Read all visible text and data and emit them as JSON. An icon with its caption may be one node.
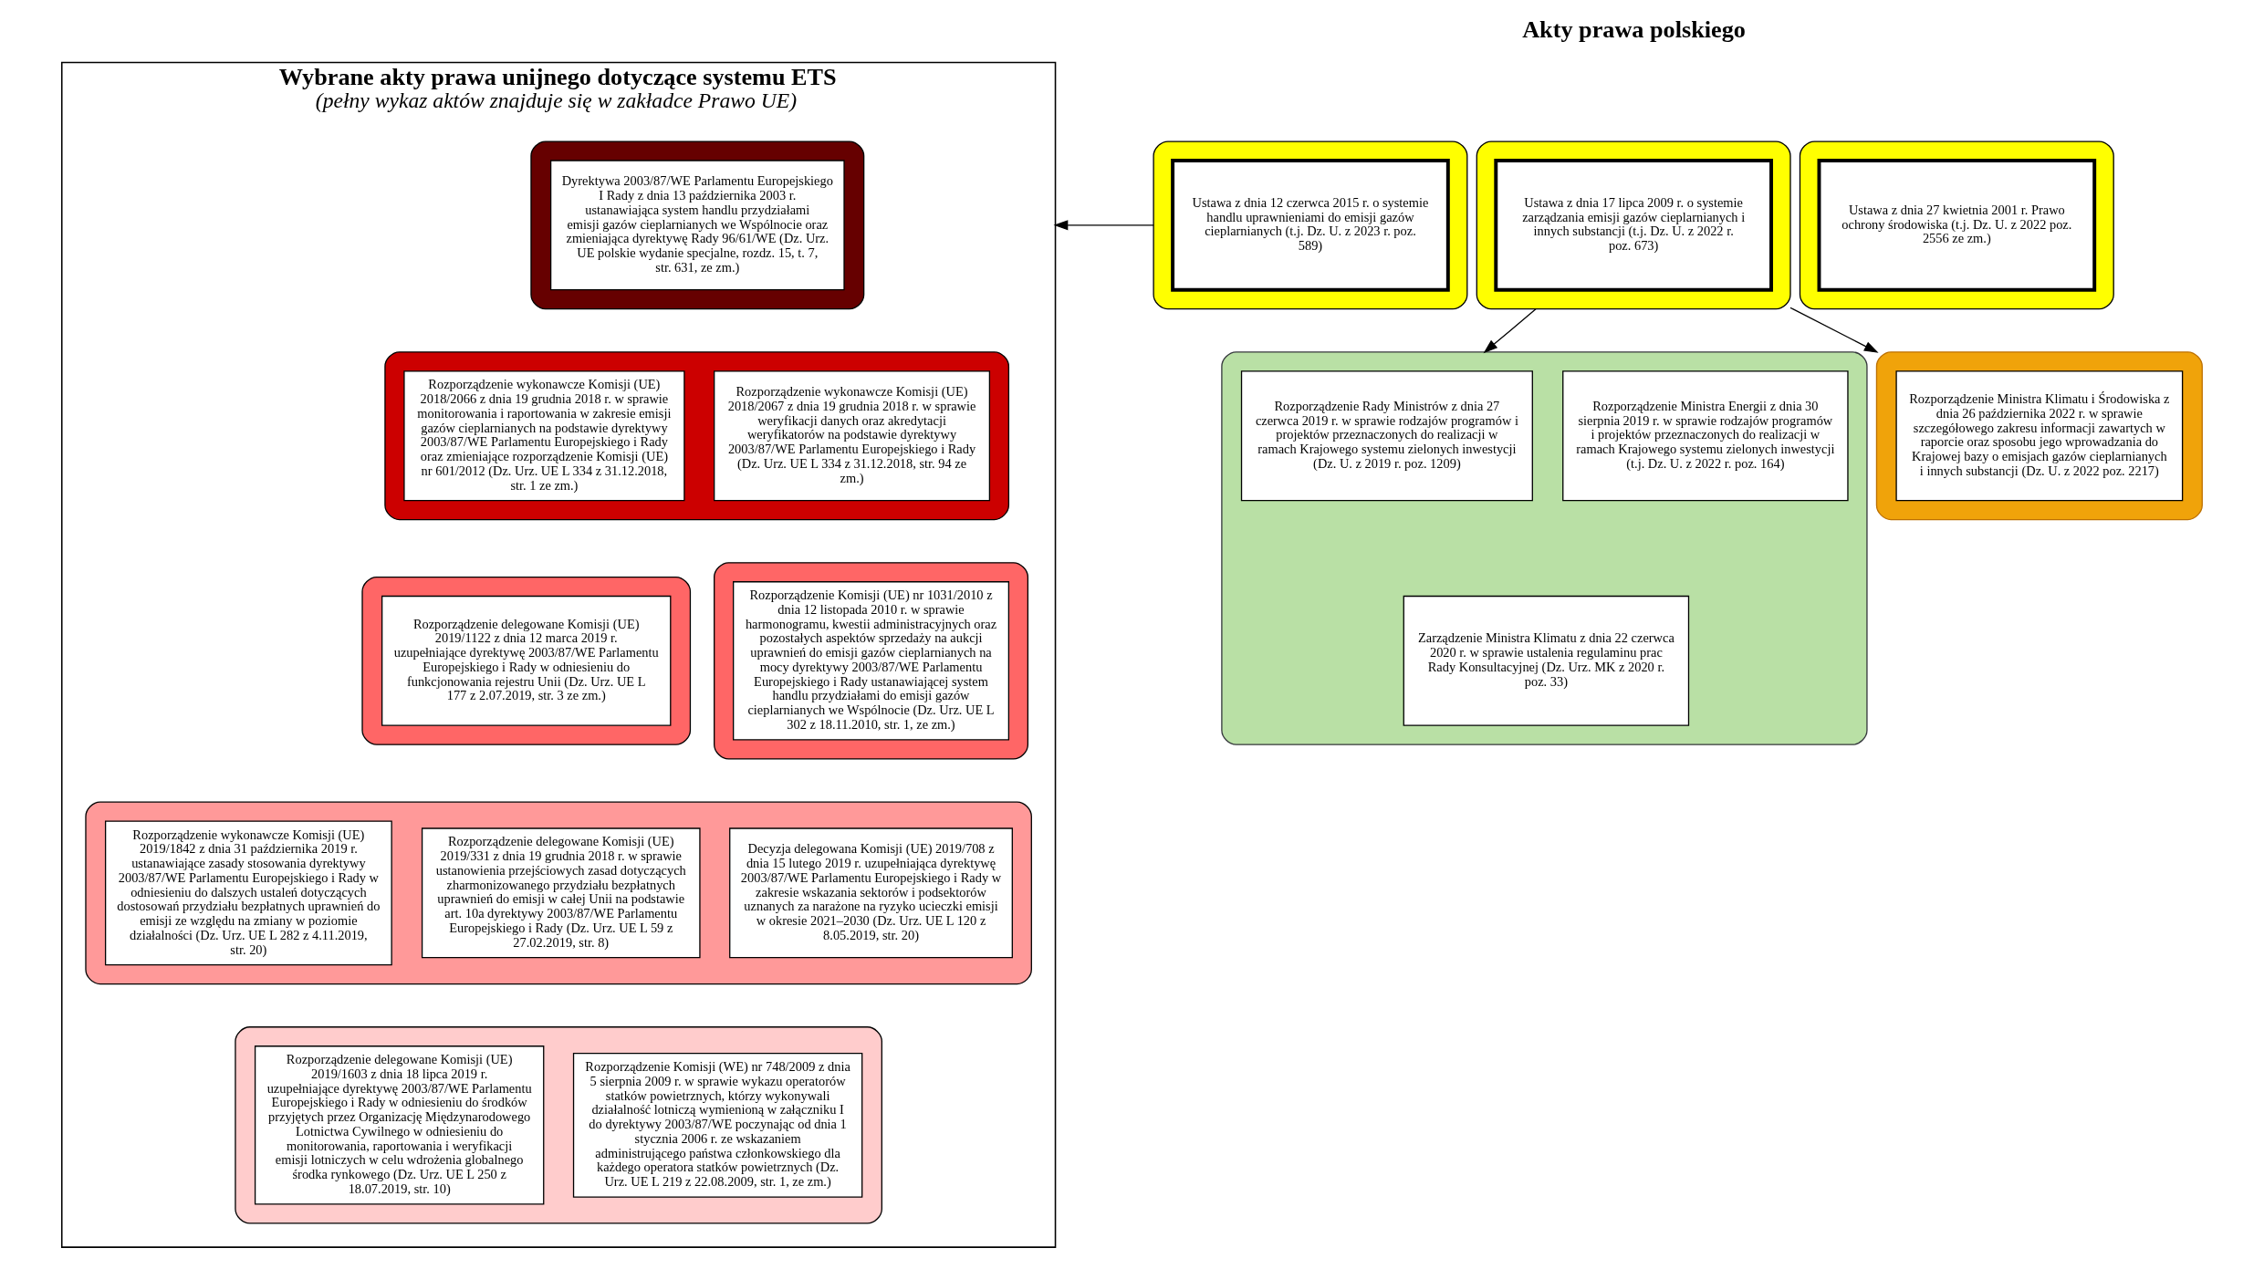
{
  "diagram": {
    "nodes": [
      {
        "text": [
          "Wybrane akty prawa unijnego dotyczące systemu ETS",
          "(pełny wykaz aktów znajduje się w zakładce Prawo UE)"
        ]
      },
      {
        "text": [],
        "shape": "box",
        "in": 0
      },
      {
        "text": [
          "Dyrektywa 2003/87/WE Parlamentu Europejskiego I Rady z dnia 13 października 2003 r. ustanawiająca system handlu przydziałami emisji gazów cieplarnianych we Wspólnocie oraz zmieniająca dyrektywę Rady 96/61/WE (Dz. Urz. UE polskie wydanie specjalne, rozdz. 15, t. 7, str. 631, ze zm.)"
        ],
        "in": 1
      },
      {
        "text": [],
        "shape": "box",
        "in": 0
      },
      {
        "text": [
          "Rozporządzenie wykonawcze Komisji (UE) 2018/2066 z dnia 19 grudnia 2018 r. w sprawie monitorowania i raportowania w zakresie emisji gazów cieplarnianych na podstawie dyrektywy 2003/87/WE Parlamentu Europejskiego i Rady oraz zmieniające rozporządzenie Komisji (UE) nr 601/2012 (Dz. Urz. UE L 334 z 31.12.2018, str. 1 ze zm.)"
        ],
        "in": 3
      },
      {
        "text": [
          "Rozporządzenie wykonawcze Komisji (UE) 2018/2067 z dnia 19 grudnia 2018 r. w sprawie weryfikacji danych oraz akredytacji weryfikatorów na podstawie dyrektywy 2003/87/WE Parlamentu Europejskiego i Rady (Dz. Urz. UE L 334 z 31.12.2018, str. 94 ze zm.)"
        ],
        "in": 3
      },
      {
        "text": [],
        "shape": "box",
        "in": 0
      },
      {
        "text": [
          "Rozporządzenie delegowane Komisji (UE) 2019/1122 z dnia 12 marca 2019 r. uzupełniające dyrektywę 2003/87/WE Parlamentu Europejskiego i Rady w odniesieniu do funkcjonowania rejestru Unii (Dz. Urz. UE L 177 z 2.07.2019, str. 3 ze zm.)"
        ],
        "in": 6
      },
      {
        "text": [],
        "shape": "box",
        "in": 0
      },
      {
        "text": [
          "Rozporządzenie Komisji (UE) nr 1031/2010 z dnia 12 listopada 2010 r. w sprawie harmonogramu, kwestii administracyjnych oraz pozostałych aspektów sprzedaży na aukcji uprawnień do emisji gazów cieplarnianych na mocy dyrektywy 2003/87/WE Parlamentu Europejskiego i Rady ustanawiającej system handlu przydziałami do emisji gazów cieplarnianych we Wspólnocie (Dz. Urz. UE L 302 z 18.11.2010, str. 1, ze zm.)"
        ],
        "in": 8
      },
      {
        "text": [],
        "shape": "box",
        "in": 0
      },
      {
        "text": [
          "Rozporządzenie wykonawcze Komisji (UE) 2019/1842 z dnia 31 października 2019 r. ustanawiające zasady stosowania dyrektywy 2003/87/WE Parlamentu Europejskiego i Rady w odniesieniu do dalszych ustaleń dotyczących dostosowań przydziału bezpłatnych uprawnień do emisji ze względu na zmiany w poziomie działalności (Dz. Urz. UE L 282 z 4.11.2019, str. 20)"
        ],
        "in": 10
      },
      {
        "text": [
          "Rozporządzenie delegowane Komisji (UE) 2019/331 z dnia 19 grudnia 2018 r. w sprawie ustanowienia przejściowych zasad dotyczących zharmonizowanego przydziału bezpłatnych uprawnień do emisji w całej Unii na podstawie art. 10a dyrektywy 2003/87/WE Parlamentu Europejskiego i Rady (Dz. Urz. UE L 59 z 27.02.2019, str. 8)"
        ],
        "in": 10
      },
      {
        "text": [
          "Decyzja delegowana Komisji (UE) 2019/708 z dnia 15 lutego 2019 r. uzupełniająca dyrektywę 2003/87/WE Parlamentu Europejskiego i Rady w zakresie wskazania sektorów i podsektorów uznanych za narażone na ryzyko ucieczki emisji w okresie 2021–2030 (Dz. Urz. UE L 120 z 8.05.2019, str. 20)"
        ],
        "in": 10
      },
      {
        "text": [],
        "shape": "box",
        "in": 0
      },
      {
        "text": [
          "Rozporządzenie delegowane Komisji (UE) 2019/1603 z dnia 18 lipca 2019 r. uzupełniające dyrektywę 2003/87/WE Parlamentu Europejskiego i Rady w odniesieniu do środków przyjętych przez Organizację Międzynarodowego Lotnictwa Cywilnego w odniesieniu do monitorowania, raportowania i weryfikacji emisji lotniczych w celu wdrożenia globalnego środka rynkowego (Dz. Urz. UE L 250 z 18.07.2019, str. 10)"
        ],
        "in": 14
      },
      {
        "text": [
          "Rozporządzenie Komisji (WE) nr 748/2009 z dnia 5 sierpnia 2009 r. w sprawie wykazu operatorów statków powietrznych, którzy wykonywali działalność lotniczą wymienioną w załączniku I do dyrektywy 2003/87/WE poczynając od dnia 1 stycznia 2006 r. ze wskazaniem administrującego państwa członkowskiego dla każdego operatora statków powietrznych (Dz. Urz. UE L 219 z 22.08.2009, str. 1, ze zm.)"
        ],
        "in": 14
      },
      {
        "text": [],
        "shape": "box"
      },
      {
        "text": [
          "Ustawa z dnia 12 czerwca 2015 r. o systemie handlu uprawnieniami do emisji gazów cieplarnianych (t.j. Dz. U. z 2023 r. poz. 589)"
        ],
        "in": 17
      },
      {
        "text": [],
        "shape": "box"
      },
      {
        "text": [
          "Ustawa z dnia 17 lipca 2009 r. o systemie zarządzania emisji gazów cieplarnianych i innych substancji (t.j. Dz. U. z 2022 r. poz. 673)"
        ],
        "in": 19
      },
      {
        "text": [],
        "shape": "box"
      },
      {
        "text": [
          "Ustawa z dnia 27 kwietnia 2001 r. Prawo ochrony środowiska (t.j. Dz. U. z 2022 poz. 2556 ze zm.)"
        ],
        "in": 21
      },
      {
        "text": [],
        "shape": "box"
      },
      {
        "text": [
          "Rozporządzenie Rady Ministrów z dnia 27 czerwca 2019 r. w sprawie rodzajów programów i projektów przeznaczonych do realizacji w ramach Krajowego systemu zielonych inwestycji (Dz. U. z 2019 r. poz. 1209)"
        ],
        "in": 23
      },
      {
        "text": [
          "Rozporządzenie Ministra Energii z dnia 30 sierpnia 2019 r. w sprawie rodzajów programów i projektów przeznaczonych do realizacji w ramach Krajowego systemu zielonych inwestycji (t.j. Dz. U. z 2022 r. poz. 164)"
        ],
        "in": 23
      },
      {
        "text": [
          "Zarządzenie Ministra Klimatu z dnia 22 czerwca 2020 r. w sprawie ustalenia regulaminu prac Rady Konsultacyjnej (Dz. Urz. MK z 2020 r. poz. 33)"
        ],
        "in": 23
      },
      {
        "text": [],
        "shape": "box"
      },
      {
        "text": [
          "Rozporządzenie Ministra Klimatu i Środowiska z dnia 26 października 2022 r. w sprawie szczegółowego zakresu informacji zawartych w raporcie oraz sposobu jego wprowadzania do Krajowej bazy o emisjach gazów cieplarnianych i innych substancji (Dz. U. z 2022 poz. 2217)"
        ],
        "in": 27
      }
    ],
    "edges": [
      {
        "from": 17,
        "to": 0,
        "arrow": "to"
      },
      {
        "from": 19,
        "to": 23,
        "arrow": "to"
      },
      {
        "from": 19,
        "to": 27,
        "arrow": "to"
      }
    ],
    "labels": [
      "Akty prawa polskiego"
    ]
  }
}
